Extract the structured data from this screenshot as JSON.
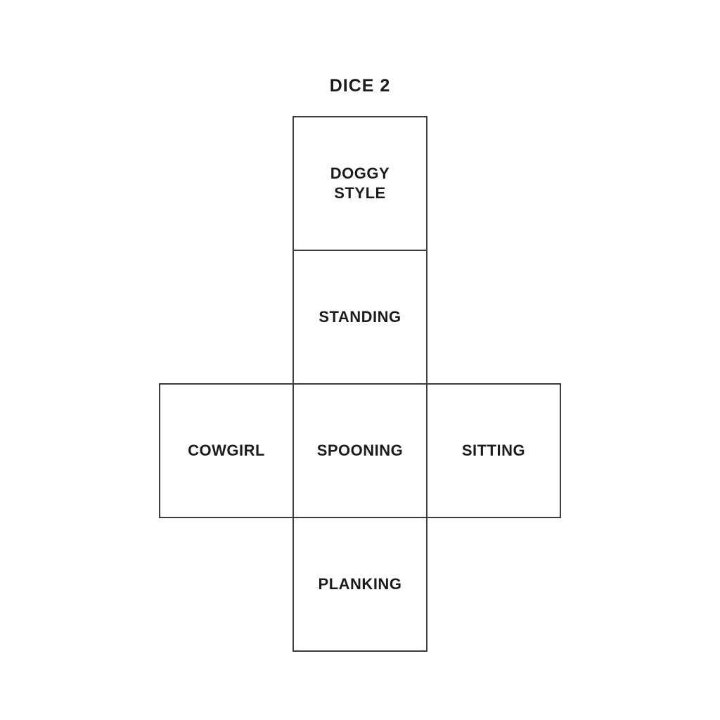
{
  "title": "DICE 2",
  "faces": [
    {
      "name": "doggy-style",
      "label": "DOGGY\nSTYLE"
    },
    {
      "name": "standing",
      "label": "STANDING"
    },
    {
      "name": "cowgirl",
      "label": "COWGIRL"
    },
    {
      "name": "spooning",
      "label": "SPOONING"
    },
    {
      "name": "sitting",
      "label": "SITTING"
    },
    {
      "name": "planking",
      "label": "PLANKING"
    }
  ],
  "colors": {
    "background": "#ffffff",
    "line": "#3d3d3d",
    "text": "#1c1c1c"
  }
}
